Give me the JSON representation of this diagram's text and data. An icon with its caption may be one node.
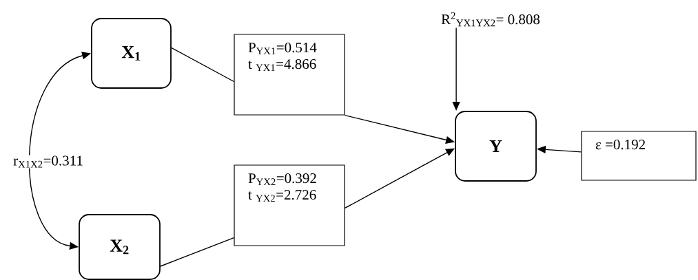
{
  "diagram": {
    "nodes": [
      {
        "text": [
          "X$_{1}$"
        ]
      },
      {
        "text": [
          "X$_{2}$"
        ]
      },
      {
        "text": [
          "P$_{YX1}$=0.514",
          "t $_{YX1}$=4.866"
        ]
      },
      {
        "text": [
          "P$_{YX2}$=0.392",
          "t $_{YX2}$=2.726"
        ]
      },
      {
        "text": [
          "Y"
        ]
      },
      {
        "text": [
          "ε =0.192"
        ]
      },
      {
        "text": [
          "R$^{2}$$_{YX1YX2}$= 0.808"
        ]
      }
    ],
    "edges": [
      {
        "from": 0,
        "to": 1,
        "arrow": "both",
        "label": "r$_{X1X2}$=0.311"
      },
      {
        "from": 0,
        "to": 2,
        "arrow": "none"
      },
      {
        "from": 1,
        "to": 3,
        "arrow": "none"
      },
      {
        "from": 2,
        "to": 4,
        "arrow": "to"
      },
      {
        "from": 3,
        "to": 4,
        "arrow": "to"
      },
      {
        "from": 6,
        "to": 4,
        "arrow": "to"
      },
      {
        "from": 5,
        "to": 4,
        "arrow": "to"
      }
    ]
  }
}
